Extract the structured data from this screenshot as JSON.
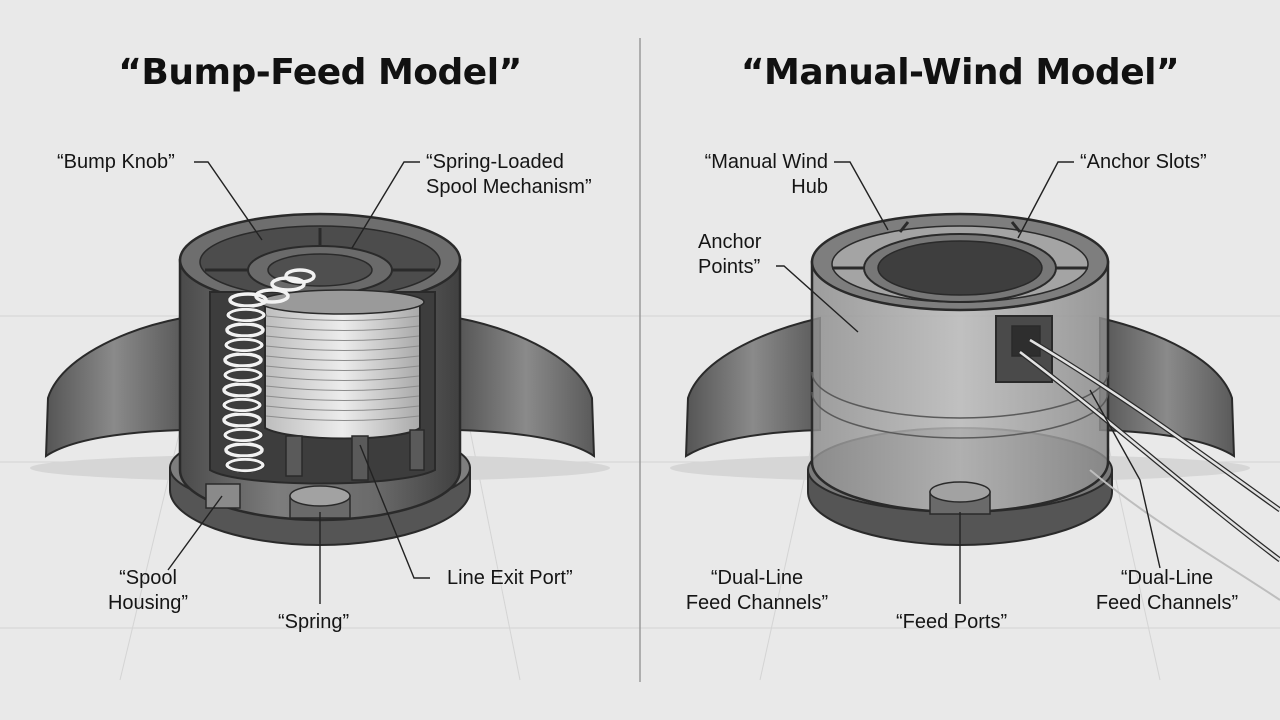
{
  "left_panel": {
    "title": "“Bump-Feed Model”",
    "labels": {
      "bump_knob": "“Bump Knob”",
      "spring_loaded_spool": "“Spring-Loaded\nSpool Mechanism”",
      "spool_housing": "“Spool\nHousing”",
      "spring": "“Spring”",
      "line_exit_port": "Line Exit Port”"
    }
  },
  "right_panel": {
    "title": "“Manual-Wind Model”",
    "labels": {
      "manual_wind_hub": "“Manual Wind\nHub",
      "anchor_slots": "“Anchor Slots”",
      "anchor_points": "Anchor\nPoints”",
      "dual_line_left": "“Dual-Line\nFeed Channels”",
      "feed_ports": "“Feed Ports”",
      "dual_line_right": "“Dual-Line\nFeed Channels”"
    }
  },
  "colors": {
    "background": "#e9e9e9",
    "body_dark": "#5e5e5e",
    "body_mid": "#8a8a8a",
    "outline": "#2a2a2a",
    "line": "#222222"
  }
}
